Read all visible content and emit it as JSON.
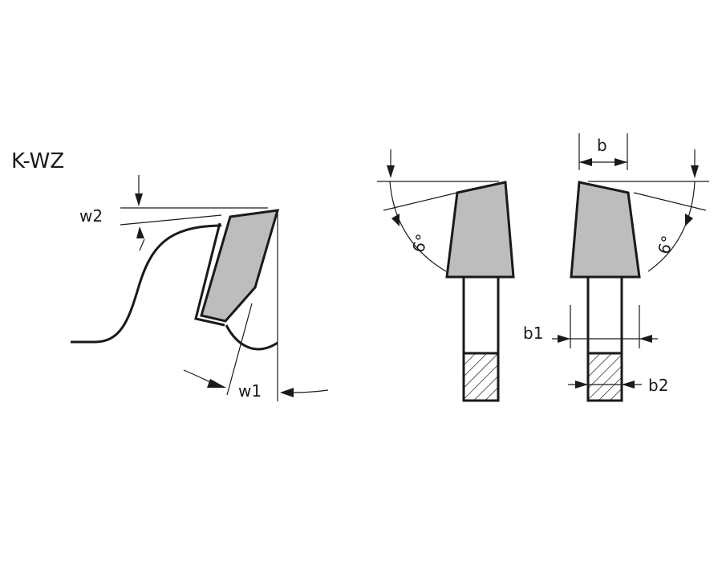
{
  "title": "K-WZ",
  "side_view": {
    "labels": {
      "w2": "w2",
      "w1": "w1"
    }
  },
  "front_views": {
    "left": {
      "angle": "6°"
    },
    "right": {
      "angle": "6°",
      "b": "b",
      "b1": "b1",
      "b2": "b2"
    }
  },
  "colors": {
    "line": "#1a1a1a",
    "carbide_tip": "#bdbdbd",
    "background": "#ffffff"
  }
}
